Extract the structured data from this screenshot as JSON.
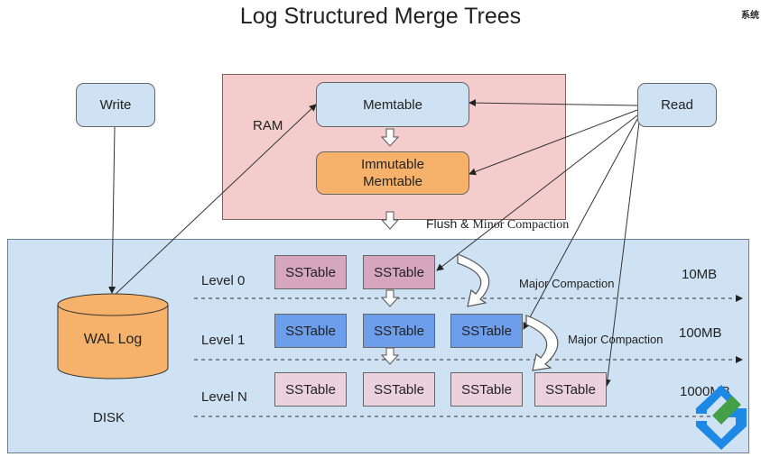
{
  "title": "Log Structured Merge Trees",
  "corner_text": "系统",
  "regions": {
    "ram_label": "RAM",
    "disk_label": "DISK"
  },
  "nodes": {
    "write": "Write",
    "read": "Read",
    "memtable": "Memtable",
    "immutable_memtable": "Immutable\nMemtable",
    "wal_log": "WAL Log"
  },
  "flush_label_bold": "Flush &",
  "flush_label_rest": "Minor Compaction",
  "levels": [
    {
      "label": "Level 0",
      "size": "10MB",
      "sstables": [
        "SSTable",
        "SSTable"
      ]
    },
    {
      "label": "Level 1",
      "size": "100MB",
      "sstables": [
        "SSTable",
        "SSTable",
        "SSTable"
      ]
    },
    {
      "label": "Level N",
      "size": "1000MB",
      "sstables": [
        "SSTable",
        "SSTable",
        "SSTable",
        "SSTable"
      ]
    }
  ],
  "compactions": [
    "Major Compaction",
    "Major Compaction"
  ],
  "colors": {
    "ram_bg": "#f4cccc",
    "disk_bg": "#cfe2f3",
    "memtable": "#cfe2f3",
    "immutable": "#f6b26b",
    "level0": "#d5a6bd",
    "level1": "#6d9eeb",
    "levelN": "#ead1dc",
    "wal": "#f6b26b"
  },
  "icons": [
    "down-arrow-icon",
    "curved-arrow-icon",
    "watermark-logo-icon"
  ]
}
